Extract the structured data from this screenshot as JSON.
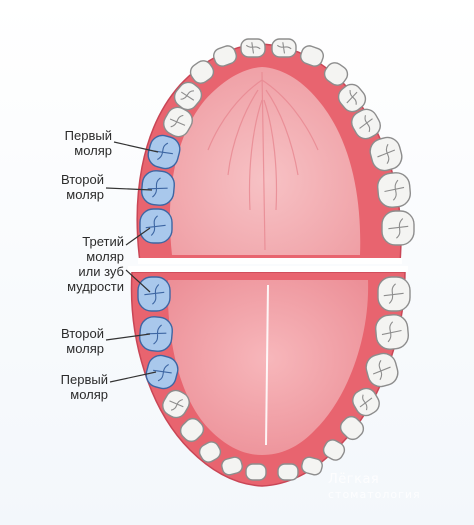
{
  "labels": {
    "upper_first_molar": [
      "Первый",
      "моляр"
    ],
    "upper_second_molar": [
      "Второй",
      "моляр"
    ],
    "third_molar": [
      "Третий",
      "моляр",
      "или зуб",
      "мудрости"
    ],
    "lower_second_molar": [
      "Второй",
      "моляр"
    ],
    "lower_first_molar": [
      "Первый",
      "моляр"
    ]
  },
  "watermark": {
    "line1": "Лёгкая",
    "line2": "стоматология"
  },
  "colors": {
    "gum": "#e8646f",
    "gum_dark": "#c94656",
    "palate": "#f6b3b7",
    "tongue": "#f4a3a8",
    "tooth": "#f4f4f2",
    "tooth_outline": "#8d8d8d",
    "molar_highlight": "#a9c8ec",
    "highlight_outline": "#3d66a3",
    "leader_line": "#333333"
  }
}
